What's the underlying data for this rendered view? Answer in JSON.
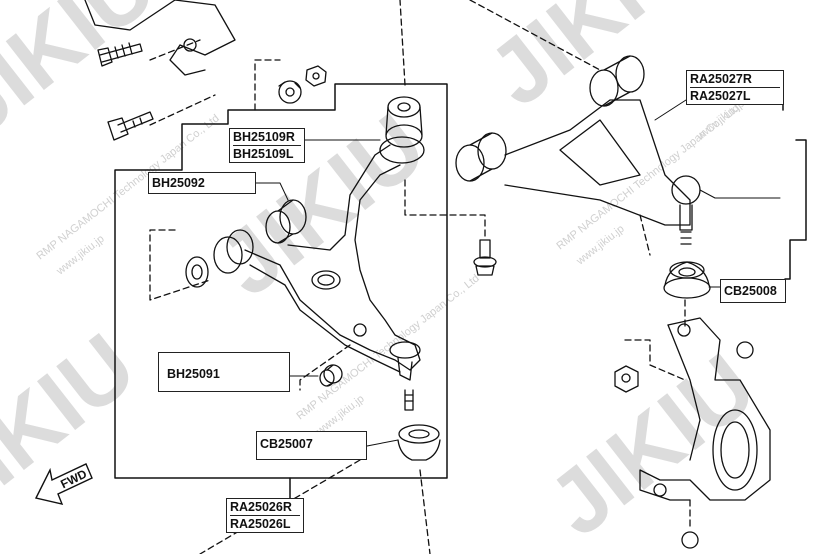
{
  "labels": {
    "upper_arm": [
      "RA25027R",
      "RA25027L"
    ],
    "front_bushing": [
      "BH25109R",
      "BH25109L"
    ],
    "rear_bushing": "BH25092",
    "small_bushing": "BH25091",
    "upper_ball_joint_boot": "CB25008",
    "lower_ball_joint_boot": "CB25007",
    "lower_arm": [
      "RA25026R",
      "RA25026L"
    ]
  },
  "direction_marker": "FWD",
  "watermark": {
    "logo": "JIKIU",
    "text_lines": [
      "RMP NAGAMOCHI Technology Japan Co., Ltd",
      "www.jikiu.jp"
    ]
  },
  "colors": {
    "line": "#111111",
    "watermark": "#d8d8d8",
    "label_border": "#222222"
  }
}
